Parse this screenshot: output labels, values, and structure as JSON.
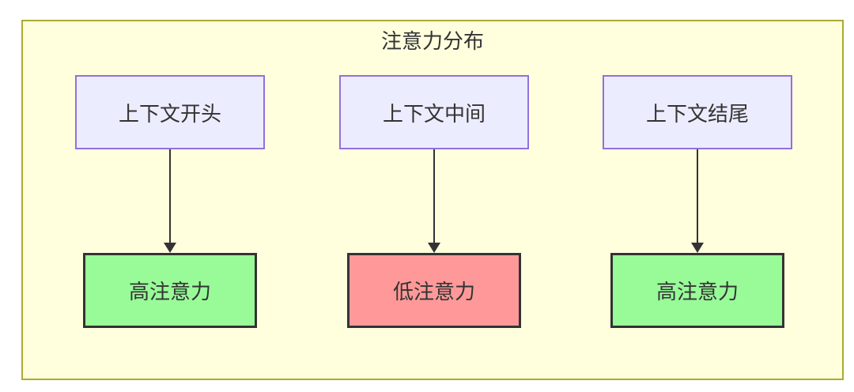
{
  "diagram": {
    "title": "注意力分布",
    "top_nodes": [
      {
        "label": "上下文开头"
      },
      {
        "label": "上下文中间"
      },
      {
        "label": "上下文结尾"
      }
    ],
    "bottom_nodes": [
      {
        "label": "高注意力",
        "level": "high"
      },
      {
        "label": "低注意力",
        "level": "low"
      },
      {
        "label": "高注意力",
        "level": "high"
      }
    ],
    "edges": [
      {
        "from": "上下文开头",
        "to": "高注意力"
      },
      {
        "from": "上下文中间",
        "to": "低注意力"
      },
      {
        "from": "上下文结尾",
        "to": "高注意力"
      }
    ],
    "colors": {
      "cluster_fill": "#FFFFDE",
      "cluster_border": "#AAAA33",
      "context_node_fill": "#ECECFF",
      "context_node_border": "#9370DB",
      "high_attention_fill": "#98FB98",
      "low_attention_fill": "#FF9999",
      "result_node_border": "#333333",
      "arrow_color": "#333333",
      "text_color": "#333333",
      "page_background": "#FFFFFF"
    }
  }
}
